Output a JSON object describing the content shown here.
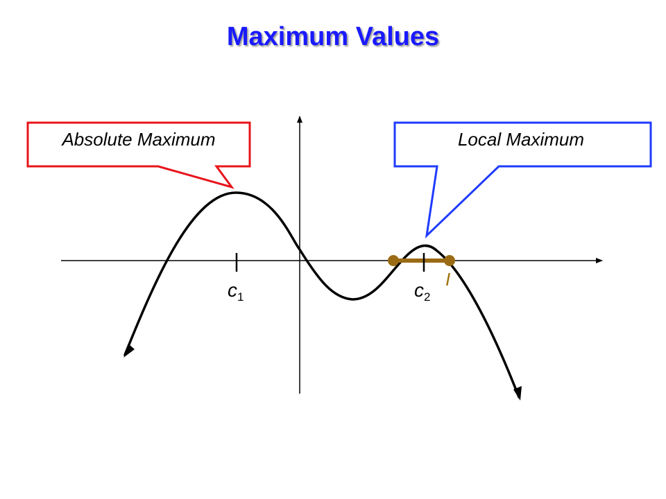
{
  "title": "Maximum Values",
  "callouts": {
    "absolute": "Absolute Maximum",
    "local": "Local Maximum"
  },
  "ticks": {
    "c1": {
      "letter": "c",
      "subscript": "1"
    },
    "c2": {
      "letter": "c",
      "subscript": "2"
    }
  },
  "interval_label": "I",
  "colors": {
    "title": "#1a1aff",
    "absolute_callout_border": "#e8141a",
    "local_callout_border": "#1f3bff",
    "interval": "#9a6b14",
    "curve": "#000000"
  }
}
